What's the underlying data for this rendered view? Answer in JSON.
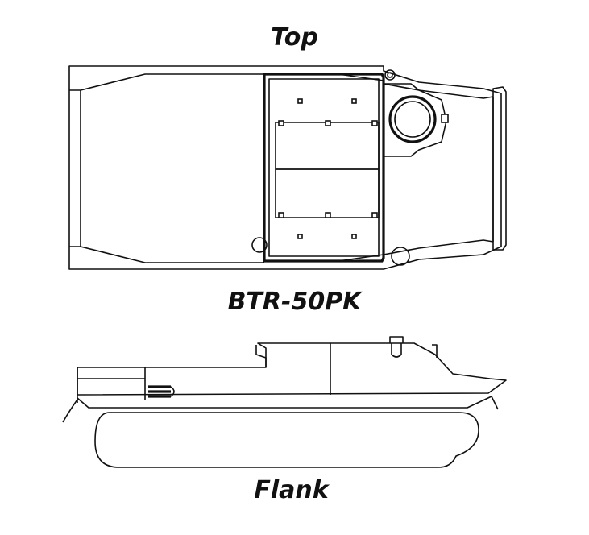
{
  "labels": {
    "top": "Top",
    "model": "BTR-50PK",
    "flank": "Flank"
  },
  "colors": {
    "line": "#111111",
    "background": "#ffffff"
  }
}
